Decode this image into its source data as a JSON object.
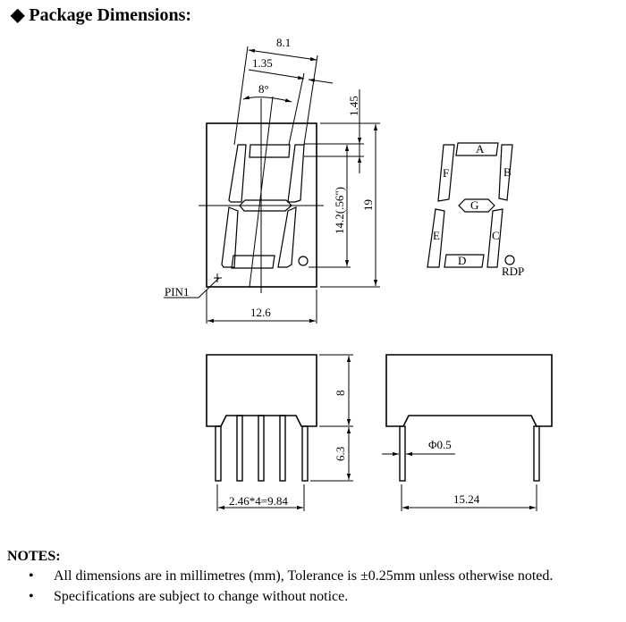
{
  "heading": {
    "icon": "diamond-icon",
    "symbol": "◆",
    "title": "Package Dimensions:"
  },
  "front_view": {
    "dim_width": "8.1",
    "dim_offset": "1.35",
    "dim_angle": "8°",
    "dim_top": "1.45",
    "dim_digit_height": "14.2(.56\")",
    "dim_height": "19",
    "dim_body_width": "12.6",
    "pin1_label": "PIN1"
  },
  "segment_map": {
    "segments": [
      "A",
      "B",
      "C",
      "D",
      "E",
      "F",
      "G"
    ],
    "dp_label": "RDP"
  },
  "side_view": {
    "dim_body_height": "8",
    "dim_pin_length": "6.3",
    "dim_pitch": "2.46*4=9.84"
  },
  "end_view": {
    "dim_pin_dia": "Φ0.5",
    "dim_row_spacing": "15.24"
  },
  "notes": {
    "title": "NOTES:",
    "items": [
      "All dimensions are in millimetres (mm), Tolerance is  ±0.25mm unless otherwise noted.",
      "Specifications are subject to change without notice."
    ]
  }
}
